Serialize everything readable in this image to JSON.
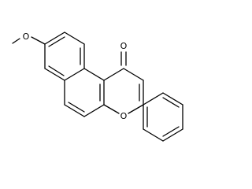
{
  "molecule": {
    "atoms": {
      "carbonyl_oxygen": "O",
      "ring_oxygen": "O",
      "methoxy_oxygen": "O"
    }
  },
  "colors": {
    "bond": "#000000",
    "label": "#000000",
    "background": "#ffffff"
  }
}
